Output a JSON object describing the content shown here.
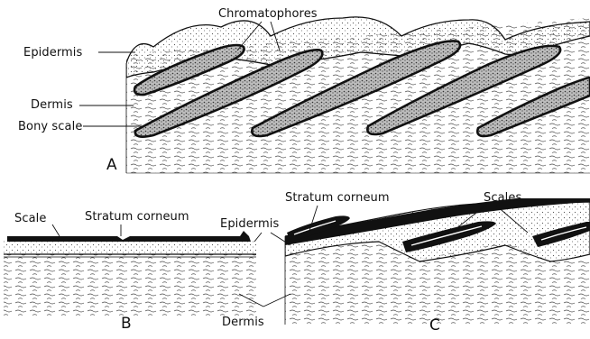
{
  "panels": {
    "a": {
      "letter": "A",
      "labels": {
        "chromatophores": "Chromatophores",
        "epidermis": "Epidermis",
        "dermis": "Dermis",
        "bony_scale": "Bony scale"
      }
    },
    "b": {
      "letter": "B",
      "labels": {
        "scale": "Scale",
        "stratum_corneum": "Stratum corneum"
      }
    },
    "c": {
      "letter": "C",
      "labels": {
        "stratum_corneum": "Stratum corneum",
        "scales": "Scales"
      }
    },
    "shared": {
      "epidermis": "Epidermis",
      "dermis": "Dermis"
    }
  },
  "colors": {
    "ink": "#111111",
    "paper": "#ffffff",
    "stipple": "#555555"
  }
}
